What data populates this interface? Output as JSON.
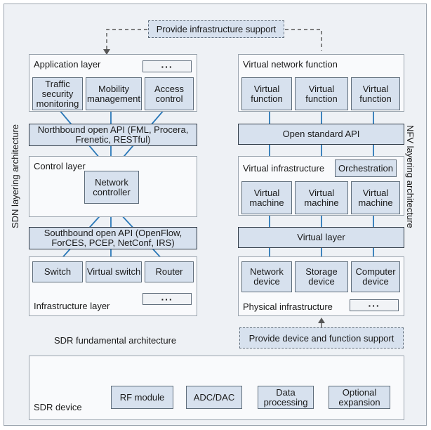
{
  "top_support": "Provide infrastructure support",
  "sdn": {
    "side_label": "SDN layering architecture",
    "app_layer": {
      "title": "Application layer",
      "dots": "···",
      "boxes": [
        "Traffic security monitoring",
        "Mobility management",
        "Access control"
      ]
    },
    "northbound_api": "Northbound open API (FML, Procera, Frenetic, RESTful)",
    "control_layer": {
      "title": "Control layer",
      "controller": "Network controller"
    },
    "southbound_api": "Southbound open API (OpenFlow, ForCES, PCEP, NetConf, IRS)",
    "infra_layer": {
      "title": "Infrastructure layer",
      "dots": "···",
      "boxes": [
        "Switch",
        "Virtual switch",
        "Router"
      ]
    }
  },
  "nfv": {
    "side_label": "NFV layering architecture",
    "vnf": {
      "title": "Virtual network function",
      "boxes": [
        "Virtual function",
        "Virtual function",
        "Virtual function"
      ]
    },
    "open_api": "Open standard API",
    "virtual_infra": {
      "title": "Virtual infrastructure",
      "orchestration": "Orchestration",
      "boxes": [
        "Virtual machine",
        "Virtual machine",
        "Virtual machine"
      ]
    },
    "virtual_layer": "Virtual layer",
    "physical_infra": {
      "title": "Physical infrastructure",
      "dots": "···",
      "boxes": [
        "Network device",
        "Storage device",
        "Computer device"
      ]
    }
  },
  "sdr_fundamental": "SDR fundamental architecture",
  "device_support": "Provide device and function support",
  "sdr": {
    "label": "SDR device",
    "modules": [
      "RF module",
      "ADC/DAC",
      "Data processing",
      "Optional expansion"
    ]
  },
  "colors": {
    "box_fill": "#d7e1ee",
    "line_blue": "#2a78b8",
    "antenna": "#1565b0"
  }
}
